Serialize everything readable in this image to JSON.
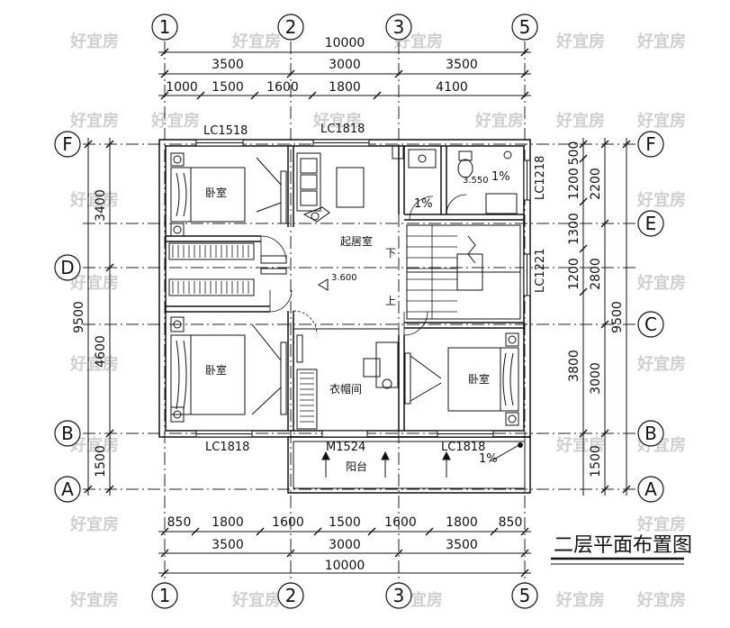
{
  "title": "二层平面布置图",
  "watermark": "好宜房",
  "axes": {
    "columns": [
      "1",
      "2",
      "3",
      "5"
    ],
    "rows": [
      "F",
      "E",
      "D",
      "C",
      "B",
      "A"
    ]
  },
  "dims": {
    "top_total": "10000",
    "top_bays": [
      "3500",
      "3000",
      "3500"
    ],
    "top_detail": [
      "1000",
      "1500",
      "1600",
      "1800",
      "4100"
    ],
    "bottom_detail": [
      "850",
      "1800",
      "1600",
      "1500",
      "1600",
      "1800",
      "850"
    ],
    "bottom_bays": [
      "3500",
      "3000",
      "3500"
    ],
    "bottom_total": "10000",
    "left_total": "9500",
    "left_parts": [
      "3400",
      "4600",
      "1500"
    ],
    "right_total": "9500",
    "right_mid": [
      "2200",
      "2800",
      "3000",
      "1500"
    ],
    "right_detail": [
      "500",
      "1200",
      "1300",
      "1200",
      "3800"
    ]
  },
  "windows": {
    "w1": "LC1518",
    "w2": "LC1818",
    "w3": "LC1218",
    "w4": "LC1221",
    "w5": "LC1818",
    "w6": "M1524",
    "w7": "LC1818"
  },
  "rooms": {
    "bedroom_nw": "卧室",
    "bedroom_sw": "卧室",
    "bedroom_e": "卧室",
    "living": "起居室",
    "wardrobe": "衣帽间",
    "balcony": "阳台"
  },
  "levels": {
    "living": "3.600",
    "bath": "3.550"
  },
  "slopes": {
    "s1": "1%",
    "s2": "1%",
    "s3": "1%"
  },
  "stairs": {
    "down": "下",
    "up": "上"
  }
}
